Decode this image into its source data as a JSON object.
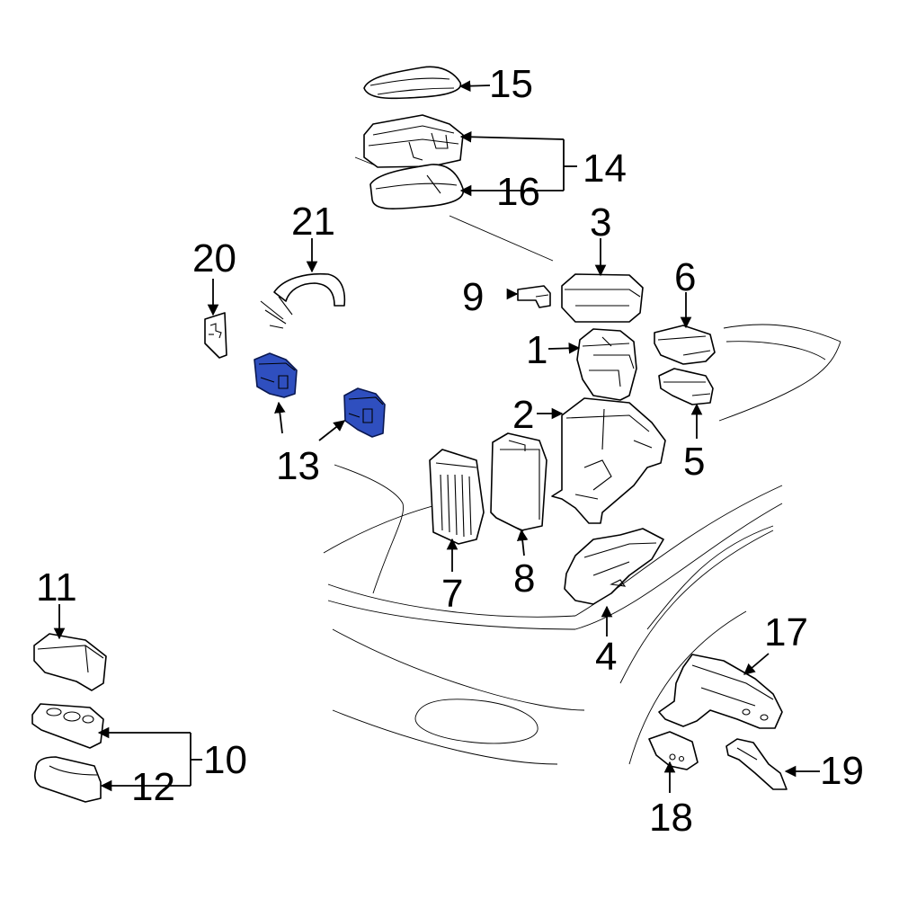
{
  "diagram": {
    "highlight_color": "#2f4fbf",
    "line_color": "#000000",
    "background": "#ffffff",
    "callouts": {
      "c1": "1",
      "c2": "2",
      "c3": "3",
      "c4": "4",
      "c5": "5",
      "c6": "6",
      "c7": "7",
      "c8": "8",
      "c9": "9",
      "c10": "10",
      "c11": "11",
      "c12": "12",
      "c13": "13",
      "c14": "14",
      "c15": "15",
      "c16": "16",
      "c17": "17",
      "c18": "18",
      "c19": "19",
      "c20": "20",
      "c21": "21"
    }
  }
}
